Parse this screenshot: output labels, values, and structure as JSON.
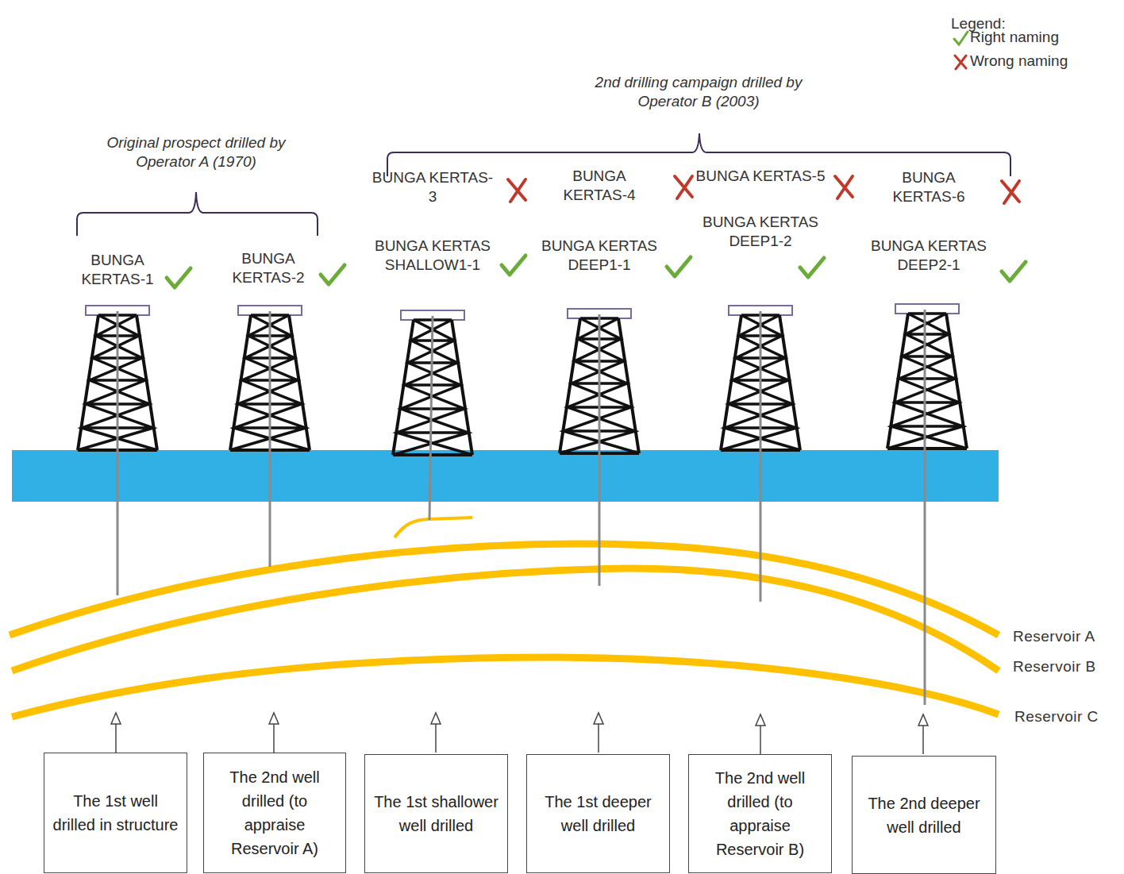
{
  "diagram": {
    "nodes": [
      {
        "text": [
          "The 1st well drilled in structure"
        ]
      },
      {
        "text": [
          "The 2nd well drilled (to appraise Reservoir A)"
        ]
      },
      {
        "text": [
          "The 1st shallower well drilled"
        ]
      },
      {
        "text": [
          "The 1st deeper well drilled"
        ]
      },
      {
        "text": [
          "The 2nd well drilled (to appraise Reservoir B)"
        ]
      },
      {
        "text": [
          "The 2nd deeper well drilled"
        ]
      }
    ],
    "edges": [],
    "labels": [
      "Legend:",
      "2nd drilling campaign drilled by Operator B (2003)",
      "Original prospect drilled by Operator A (1970)",
      "BUNGA KERTAS-3",
      "BUNGA KERTAS-4",
      "BUNGA KERTAS-5",
      "BUNGA KERTAS-6",
      "BUNGA KERTAS-1",
      "BUNGA KERTAS-2",
      "BUNGA KERTAS SHALLOW1-1",
      "BUNGA KERTAS DEEP1-1",
      "BUNGA KERTAS DEEP1-2",
      "BUNGA KERTAS DEEP2-1",
      "Reservoir A",
      "Reservoir B",
      "Reservoir C"
    ],
    "legend": [
      {
        "text": "Right naming"
      },
      {
        "text": "Wrong naming"
      }
    ]
  }
}
